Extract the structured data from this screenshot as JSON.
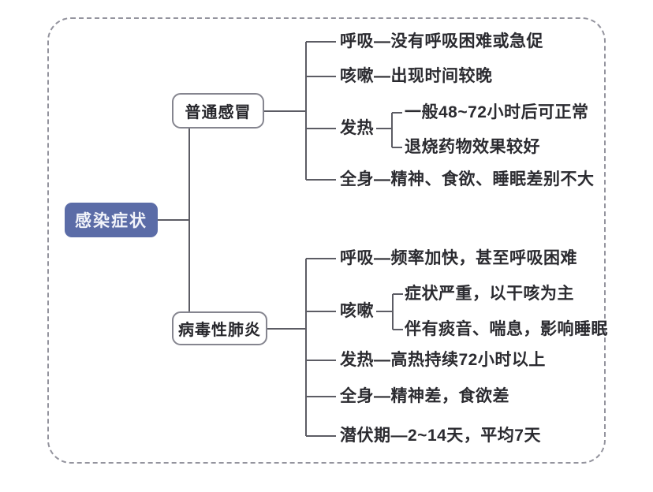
{
  "diagram": {
    "root": {
      "label": "感染症状"
    },
    "branches": [
      {
        "label": "普通感冒",
        "children": [
          {
            "label": "呼吸—没有呼吸困难或急促"
          },
          {
            "label": "咳嗽—出现时间较晚"
          },
          {
            "label": "发热",
            "children": [
              {
                "label": "一般48~72小时后可正常"
              },
              {
                "label": "退烧药物效果较好"
              }
            ]
          },
          {
            "label": "全身—精神、食欲、睡眠差别不大"
          }
        ]
      },
      {
        "label": "病毒性肺炎",
        "children": [
          {
            "label": "呼吸—频率加快，甚至呼吸困难"
          },
          {
            "label": "咳嗽",
            "children": [
              {
                "label": "症状严重，以干咳为主"
              },
              {
                "label": "伴有痰音、喘息，影响睡眠"
              }
            ]
          },
          {
            "label": "发热—高热持续72小时以上"
          },
          {
            "label": "全身—精神差，食欲差"
          },
          {
            "label": "潜伏期—2~14天，平均7天"
          }
        ]
      }
    ]
  },
  "colors": {
    "root_bg": "#5b6ca7",
    "root_text": "#f2f4fa",
    "line_color": "#5c5c64",
    "node_border": "#85858f",
    "leaf_text": "#2b2b30",
    "frame_dash": "#94949e",
    "canvas_bg": "#ffffff"
  }
}
